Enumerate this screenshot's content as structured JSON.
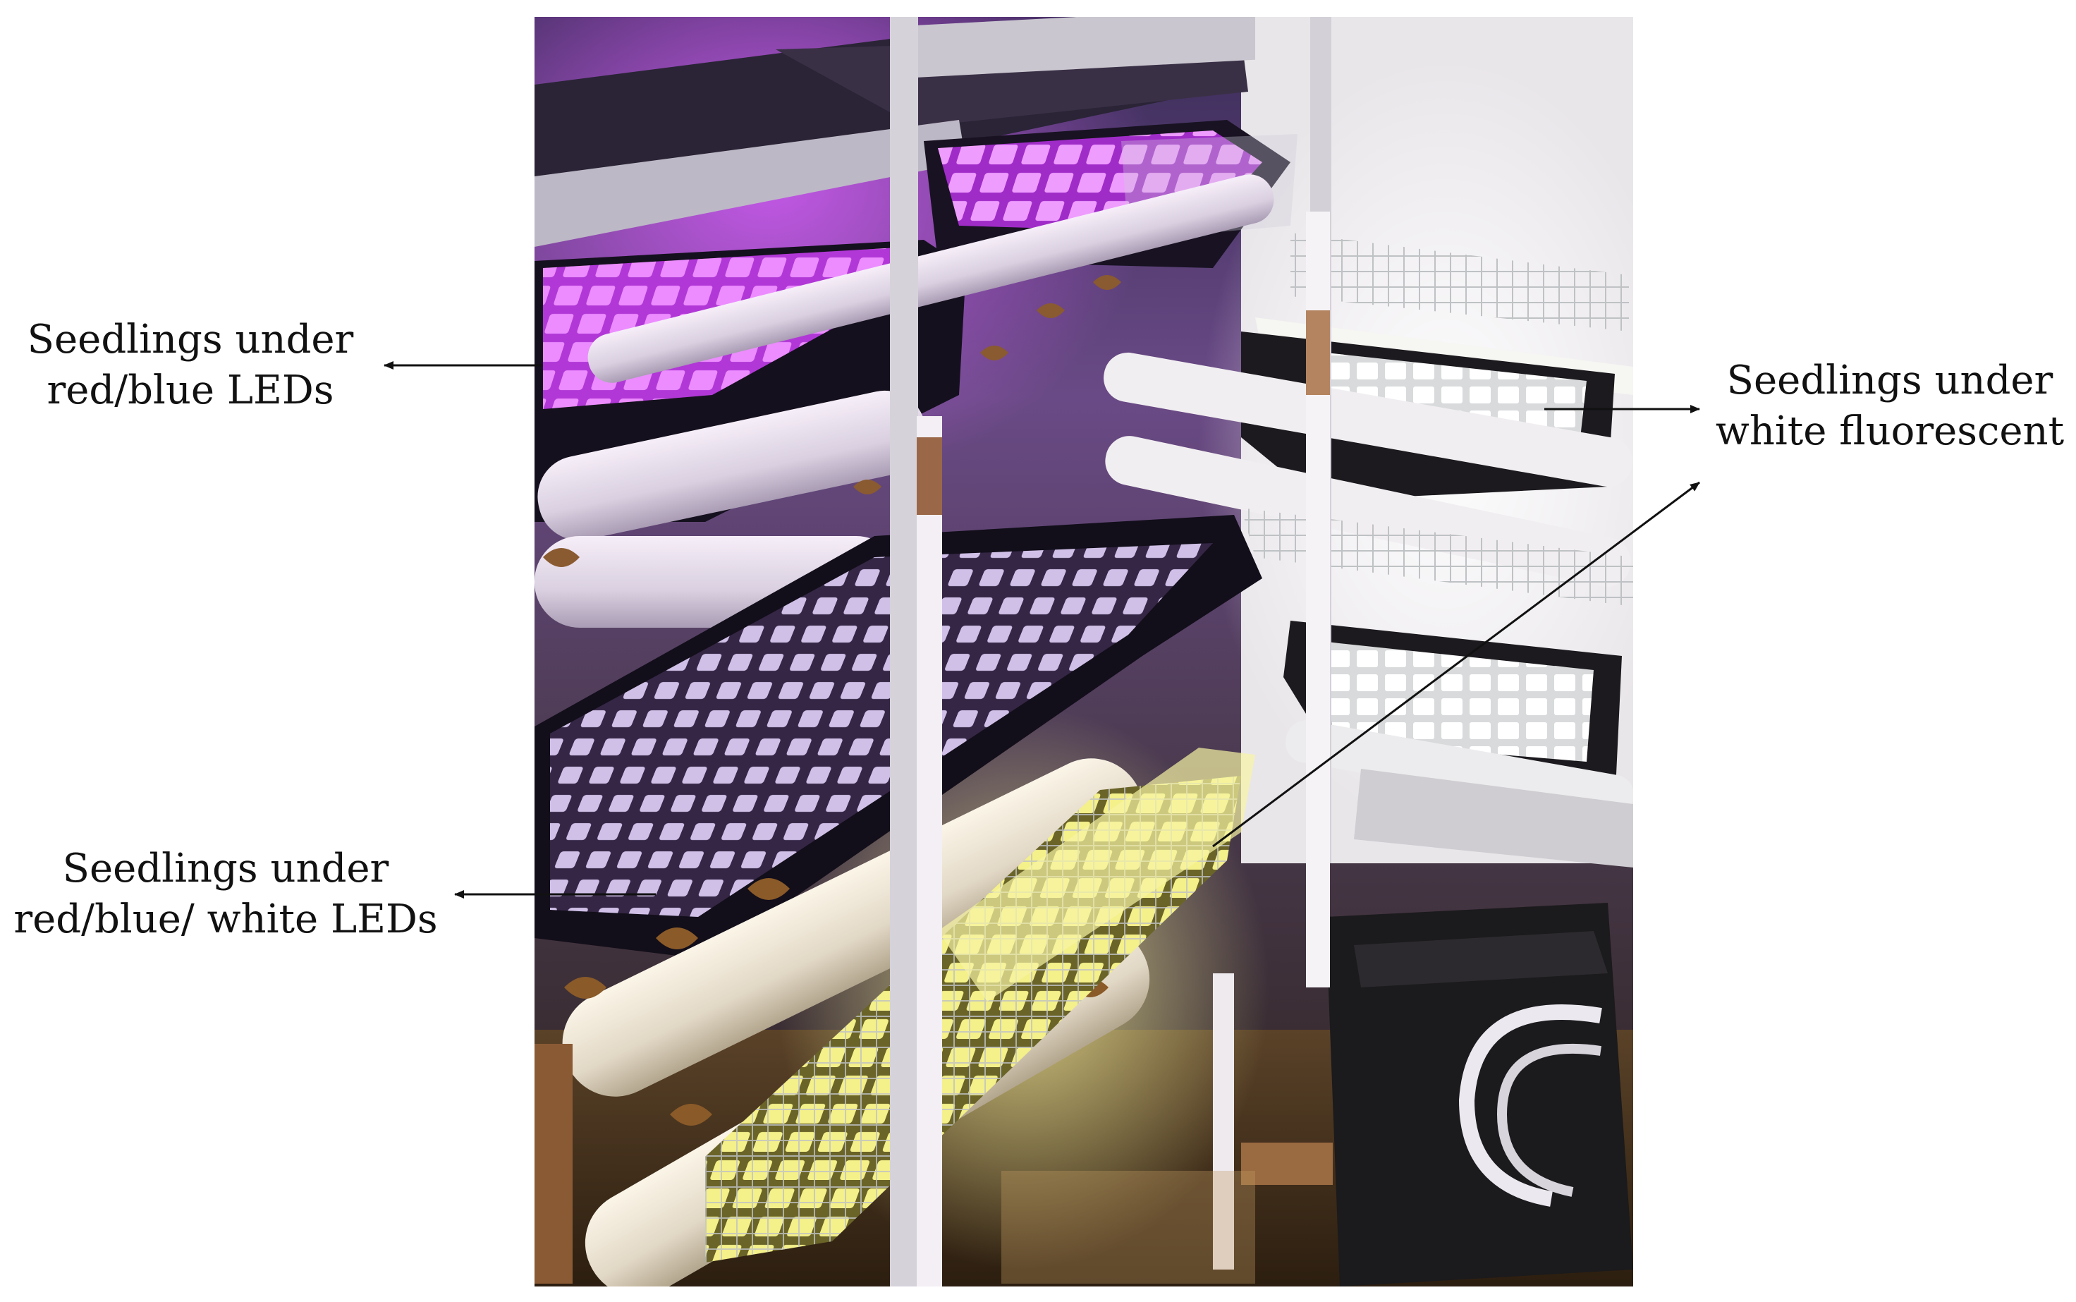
{
  "labels": {
    "red_blue": {
      "line1": "Seedlings under",
      "line2": "red/blue LEDs"
    },
    "red_blue_white": {
      "line1": "Seedlings under",
      "line2": "red/blue/ white  LEDs"
    },
    "white_fluorescent": {
      "line1": "Seedlings under",
      "line2": "white fluorescent"
    }
  },
  "colors": {
    "led_magenta": "#c43cf0",
    "led_white": "#f4f4ee",
    "led_yellow": "#f2ee7a",
    "tray_black": "#1a1520",
    "pvc_white": "#ece6ee",
    "arrow": "#111111"
  }
}
